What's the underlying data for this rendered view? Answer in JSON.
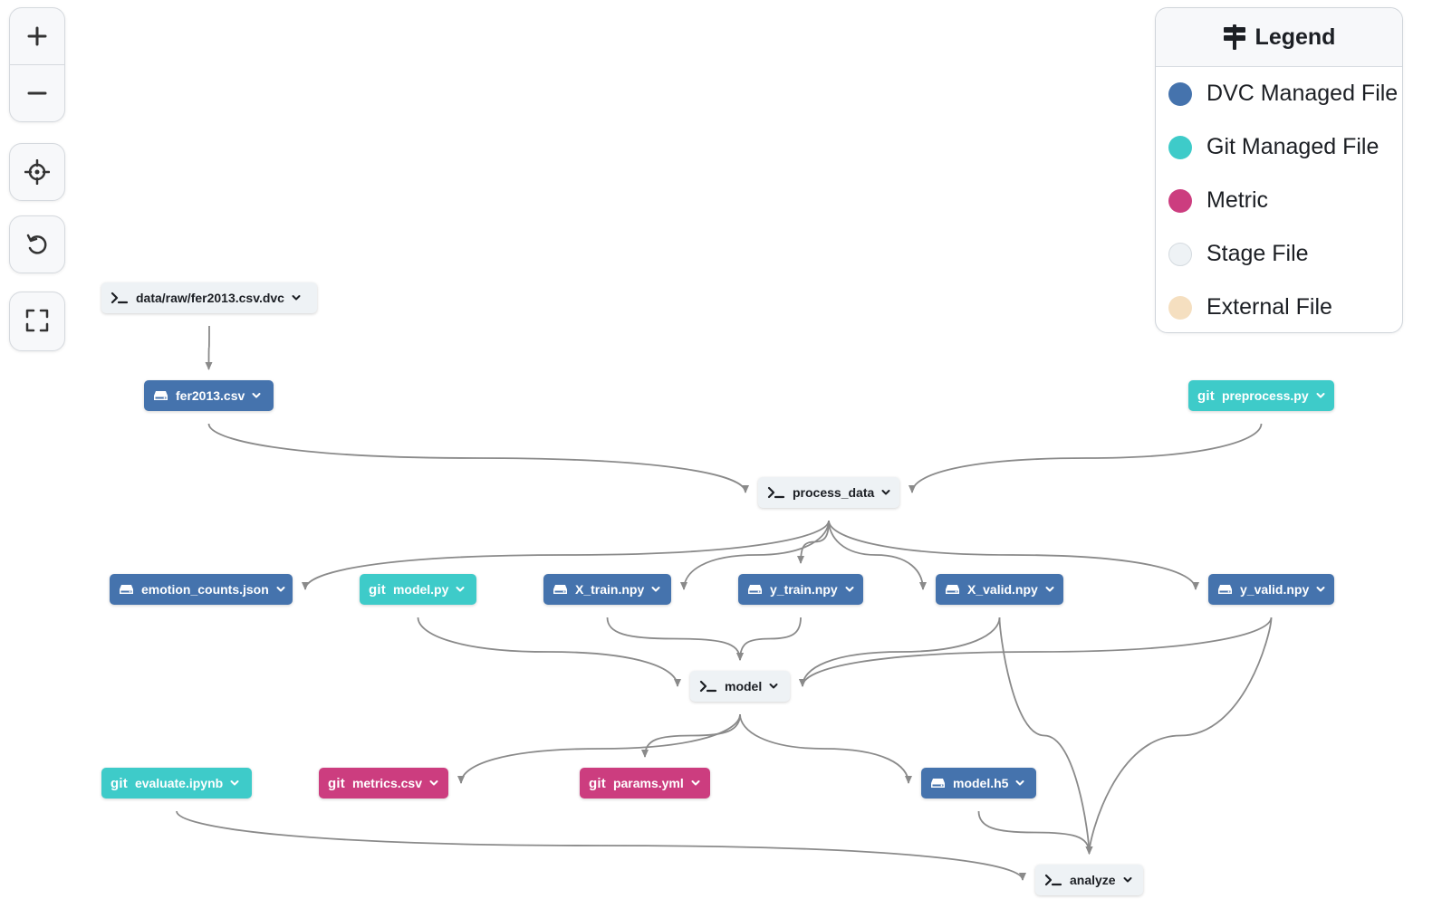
{
  "controls": {
    "zoom_in_icon": "plus-icon",
    "zoom_out_icon": "minus-icon",
    "center_icon": "crosshair-icon",
    "reset_icon": "undo-icon",
    "fullscreen_icon": "fullscreen-icon"
  },
  "legend": {
    "title": "Legend",
    "items": [
      {
        "label": "DVC Managed File",
        "color": "#4573ad"
      },
      {
        "label": "Git Managed File",
        "color": "#3ecbc9"
      },
      {
        "label": "Metric",
        "color": "#cc3d7f"
      },
      {
        "label": "Stage File",
        "color": "#eef2f5"
      },
      {
        "label": "External File",
        "color": "#f5dfc0"
      }
    ]
  },
  "graph": {
    "nodes": [
      {
        "id": "raw_dvc",
        "label": "data/raw/fer2013.csv.dvc",
        "type": "stage"
      },
      {
        "id": "fer2013",
        "label": "fer2013.csv",
        "type": "dvc"
      },
      {
        "id": "preprocess",
        "label": "preprocess.py",
        "type": "git"
      },
      {
        "id": "process_data",
        "label": "process_data",
        "type": "stage"
      },
      {
        "id": "emotion_counts",
        "label": "emotion_counts.json",
        "type": "dvc"
      },
      {
        "id": "model_py",
        "label": "model.py",
        "type": "git"
      },
      {
        "id": "x_train",
        "label": "X_train.npy",
        "type": "dvc"
      },
      {
        "id": "y_train",
        "label": "y_train.npy",
        "type": "dvc"
      },
      {
        "id": "x_valid",
        "label": "X_valid.npy",
        "type": "dvc"
      },
      {
        "id": "y_valid",
        "label": "y_valid.npy",
        "type": "dvc"
      },
      {
        "id": "model",
        "label": "model",
        "type": "stage"
      },
      {
        "id": "evaluate",
        "label": "evaluate.ipynb",
        "type": "git"
      },
      {
        "id": "metrics",
        "label": "metrics.csv",
        "type": "metric"
      },
      {
        "id": "params",
        "label": "params.yml",
        "type": "metric"
      },
      {
        "id": "model_h5",
        "label": "model.h5",
        "type": "dvc"
      },
      {
        "id": "analyze",
        "label": "analyze",
        "type": "stage"
      }
    ],
    "edges": [
      [
        "raw_dvc",
        "fer2013"
      ],
      [
        "fer2013",
        "process_data"
      ],
      [
        "preprocess",
        "process_data"
      ],
      [
        "process_data",
        "emotion_counts"
      ],
      [
        "process_data",
        "x_train"
      ],
      [
        "process_data",
        "y_train"
      ],
      [
        "process_data",
        "x_valid"
      ],
      [
        "process_data",
        "y_valid"
      ],
      [
        "model_py",
        "model"
      ],
      [
        "x_train",
        "model"
      ],
      [
        "y_train",
        "model"
      ],
      [
        "x_valid",
        "model"
      ],
      [
        "y_valid",
        "model"
      ],
      [
        "model",
        "metrics"
      ],
      [
        "model",
        "params"
      ],
      [
        "model",
        "model_h5"
      ],
      [
        "evaluate",
        "analyze"
      ],
      [
        "model_h5",
        "analyze"
      ],
      [
        "x_valid",
        "analyze"
      ],
      [
        "y_valid",
        "analyze"
      ]
    ]
  },
  "git_badge": "git"
}
